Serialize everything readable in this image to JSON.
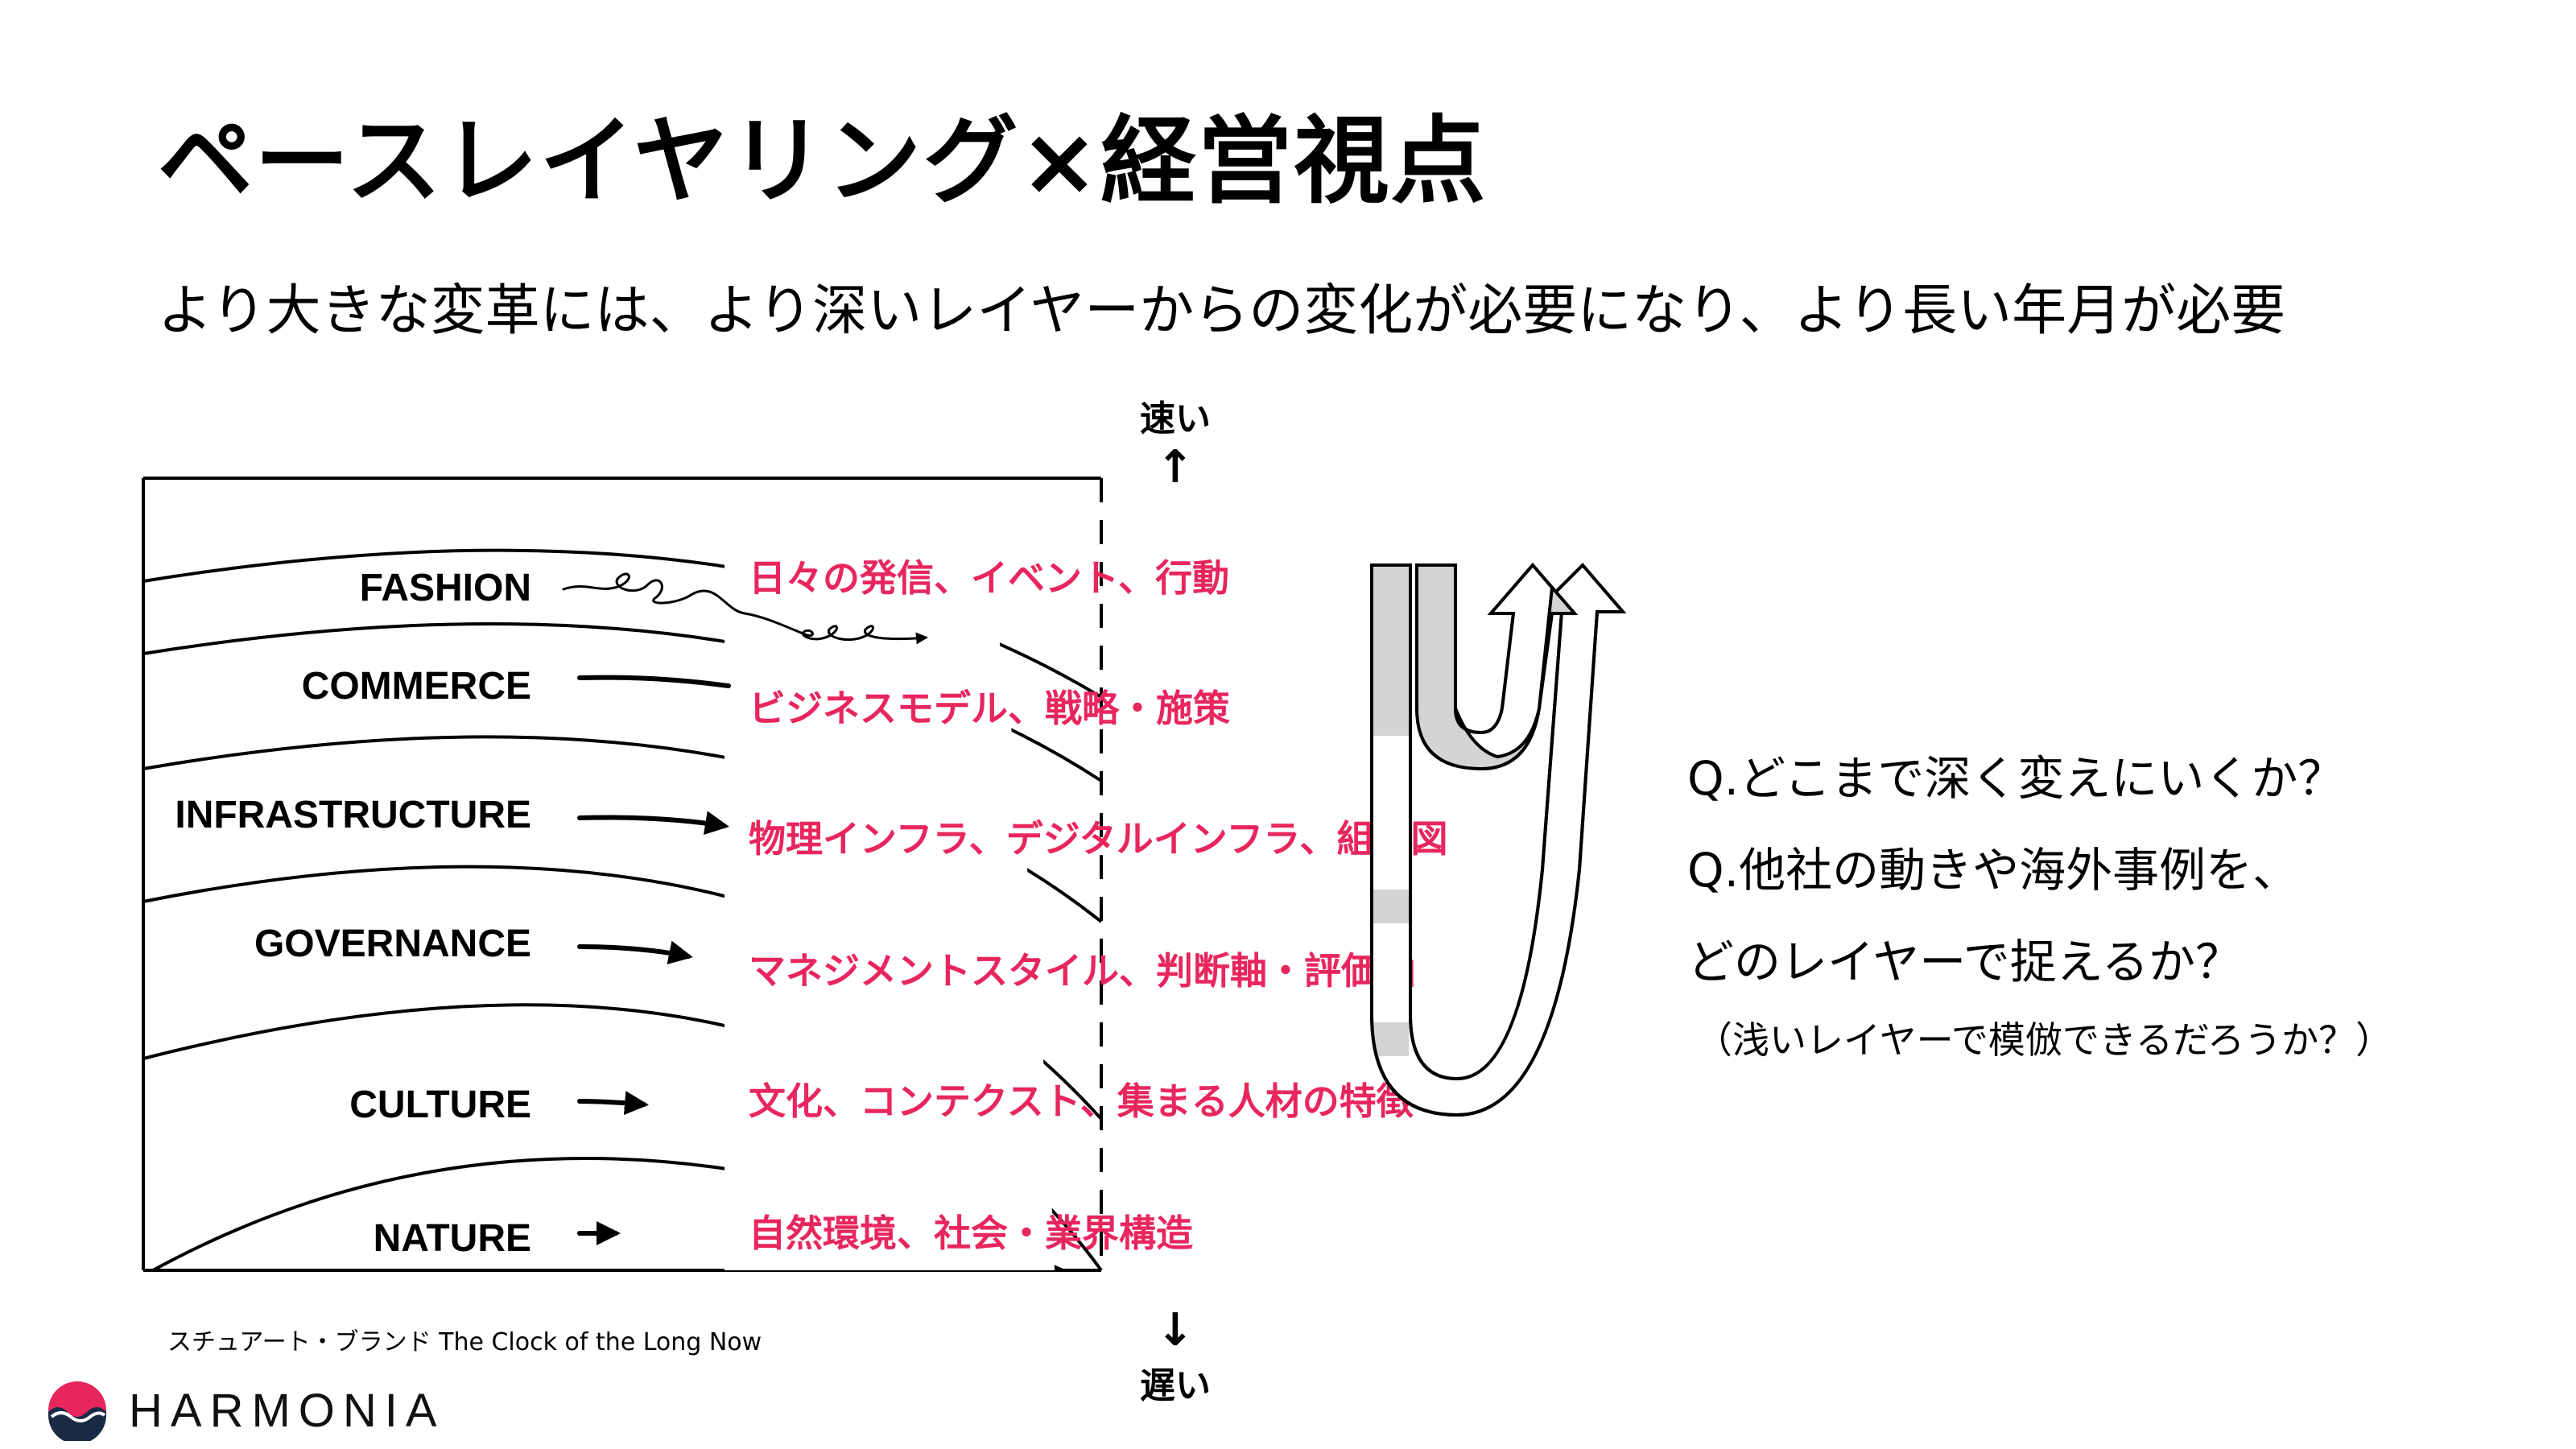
{
  "slide": {
    "title": "ペースレイヤリング×経営視点",
    "subtitle": "より大きな変革には、より深いレイヤーからの変化が必要になり、より長い年月が必要",
    "speed_top": "速い",
    "speed_bottom": "遅い",
    "arrow_up": "↑",
    "arrow_down": "↓"
  },
  "layers": [
    {
      "name": "FASHION",
      "desc": "日々の発信、イベント、行動"
    },
    {
      "name": "COMMERCE",
      "desc": "ビジネスモデル、戦略・施策"
    },
    {
      "name": "INFRASTRUCTURE",
      "desc": "物理インフラ、デジタルインフラ、組織図"
    },
    {
      "name": "GOVERNANCE",
      "desc": "マネジメントスタイル、判断軸・評価軸"
    },
    {
      "name": "CULTURE",
      "desc": "文化、コンテクスト、集まる人材の特徴"
    },
    {
      "name": "NATURE",
      "desc": "自然環境、社会・業界構造"
    }
  ],
  "questions": {
    "q1": "Q.どこまで深く変えにいくか？",
    "q2a": "Q.他社の動きや海外事例を、",
    "q2b": "どのレイヤーで捉えるか？",
    "note": "（浅いレイヤーで模倣できるだろうか？）"
  },
  "source": "スチュアート・ブランド The Clock of the Long Now",
  "brand": {
    "name": "HARMONIA"
  },
  "colors": {
    "accent": "#e8265e",
    "line": "#000000",
    "band_fill": "#d4d4d4"
  }
}
